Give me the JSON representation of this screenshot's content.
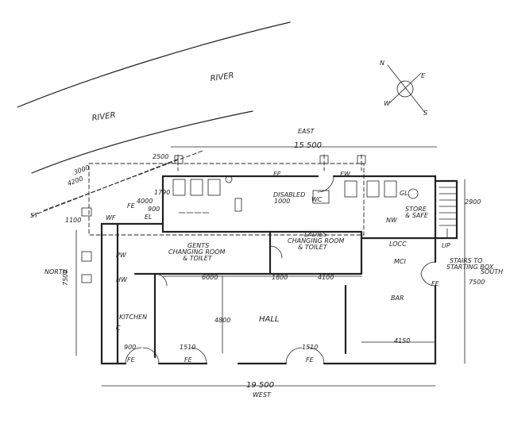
{
  "labels": {
    "river_top": "RIVER",
    "river_left": "RIVER",
    "east": "EAST",
    "west": "WEST",
    "north": "NORTH",
    "south": "SOUTH",
    "gents_1": "GENTS",
    "gents_2": "CHANGING ROOM",
    "gents_3": "& TOILET",
    "ladies_1": "LADIES",
    "ladies_2": "CHANGING ROOM",
    "ladies_3": "& TOILET",
    "hall": "HALL",
    "bar": "BAR",
    "kitchen": "KITCHEN",
    "disabled": "DISABLED",
    "wc": "WC",
    "store_1": "STORE",
    "store_2": "& SAFE",
    "locc": "LOCC",
    "mci": "MCI",
    "stairs_1": "STAIRS TO",
    "stairs_2": "STARTING BOX",
    "up": "UP",
    "gl": "GL",
    "c": "C",
    "st": "ST",
    "fe": "FE",
    "wf": "WF",
    "pw": "PW",
    "hw": "HW",
    "ew": "EW",
    "nw": "NW",
    "el": "EL"
  },
  "dimensions": {
    "east_total": "15 500",
    "west_total": "19 500",
    "d2500": "2500",
    "d3000": "3000",
    "d4200": "4200",
    "d4000": "4000",
    "d1100": "1100",
    "d7500_n": "7500",
    "d7500_s": "7500",
    "d1790": "1790",
    "d900": "900",
    "d6000": "6000",
    "d1800": "1800",
    "d4100": "4100",
    "d4800": "4800",
    "d2900": "2900",
    "d4150": "4150",
    "d1510a": "1510",
    "d1510b": "1510",
    "d900b": "900",
    "d1000": "1000"
  },
  "compass": {
    "n": "N",
    "e": "E",
    "s": "S",
    "w": "W"
  }
}
